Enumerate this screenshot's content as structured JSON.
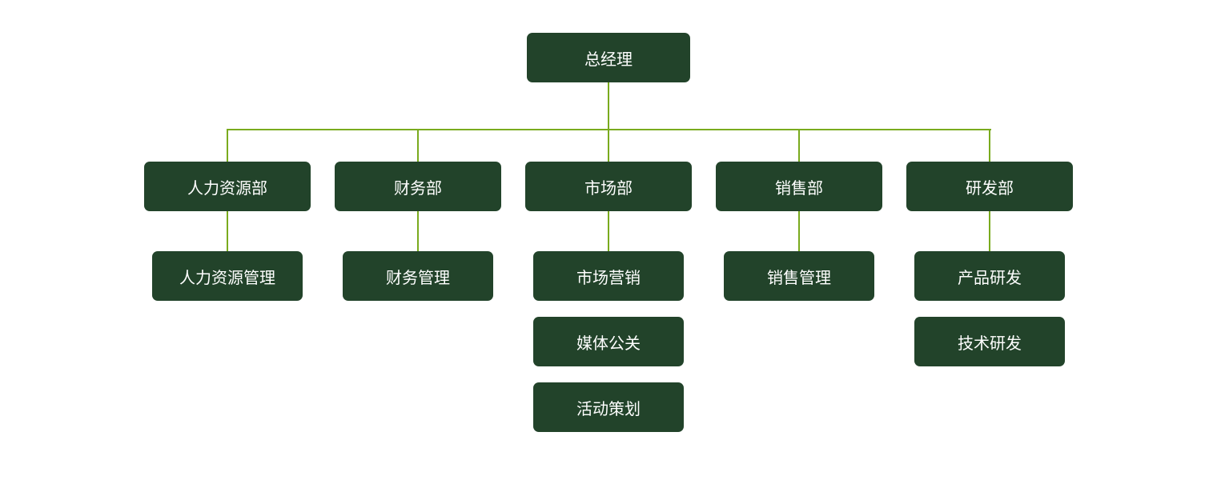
{
  "colors": {
    "box": "#22432a",
    "line": "#7aab1e",
    "text": "#ffffff"
  },
  "root": {
    "label": "总经理"
  },
  "departments": [
    {
      "label": "人力资源部",
      "children": [
        "人力资源管理"
      ]
    },
    {
      "label": "财务部",
      "children": [
        "财务管理"
      ]
    },
    {
      "label": "市场部",
      "children": [
        "市场营销",
        "媒体公关",
        "活动策划"
      ]
    },
    {
      "label": "销售部",
      "children": [
        "销售管理"
      ]
    },
    {
      "label": "研发部",
      "children": [
        "产品研发",
        "技术研发"
      ]
    }
  ]
}
